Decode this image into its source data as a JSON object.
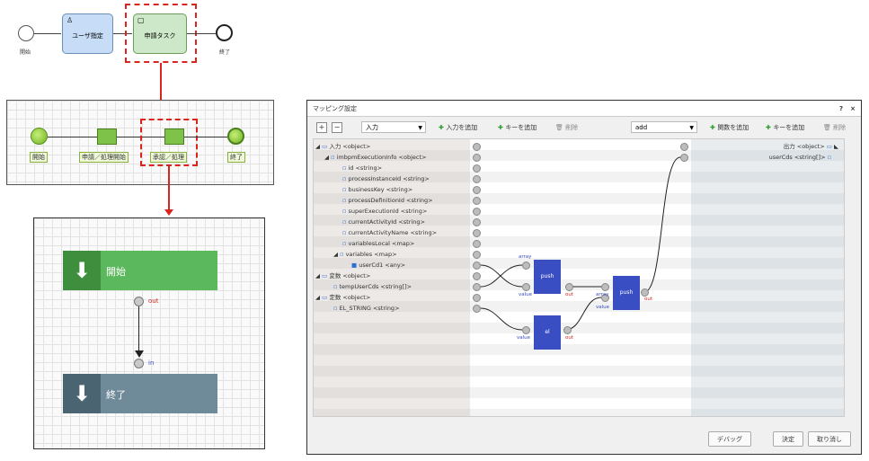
{
  "bpmn": {
    "start_label": "開始",
    "task1_label": "ユーザ指定",
    "task2_label": "申請タスク",
    "end_label": "終了"
  },
  "flow": {
    "start_label": "開始",
    "step1_label": "申請／処理開始",
    "step2_label": "承認／処理",
    "end_label": "終了"
  },
  "inner": {
    "start_label": "開始",
    "end_label": "終了",
    "out_label": "out",
    "in_label": "in"
  },
  "mapping": {
    "title": "マッピング設定",
    "help": "?",
    "close": "×",
    "input_select": "入力",
    "add_input": "入力を追加",
    "add_key": "キーを追加",
    "delete": "削除",
    "func_select": "add",
    "add_func": "関数を追加",
    "add_key2": "キーを追加",
    "delete2": "削除",
    "left_rows": [
      "入力 <object>",
      "imbpmExecutionInfo <object>",
      "id <string>",
      "processInstanceId <string>",
      "businessKey <string>",
      "processDefinitionId <string>",
      "superExecutionId <string>",
      "currentActivityId <string>",
      "currentActivityName <string>",
      "variablesLocal <map>",
      "variables <map>",
      "userCd1 <any>",
      "変数 <object>",
      "tempUserCds <string[]>",
      "定数 <object>",
      "EL_STRING <string>"
    ],
    "right_rows": [
      "出力 <object>",
      "userCds <string[]>"
    ],
    "func1": {
      "name": "push",
      "in1": "array",
      "in2": "value",
      "out": "out"
    },
    "func2": {
      "name": "push",
      "in1": "array",
      "in2": "value",
      "out": "out"
    },
    "func3": {
      "name": "el",
      "in1": "value",
      "out": "out"
    },
    "debug": "デバッグ",
    "ok": "決定",
    "cancel": "取り消し"
  },
  "colors": {
    "accent_red": "#d9251c",
    "start_green": "#5cb85c",
    "end_slate": "#6f8a99",
    "func_blue": "#3a4ec4"
  }
}
